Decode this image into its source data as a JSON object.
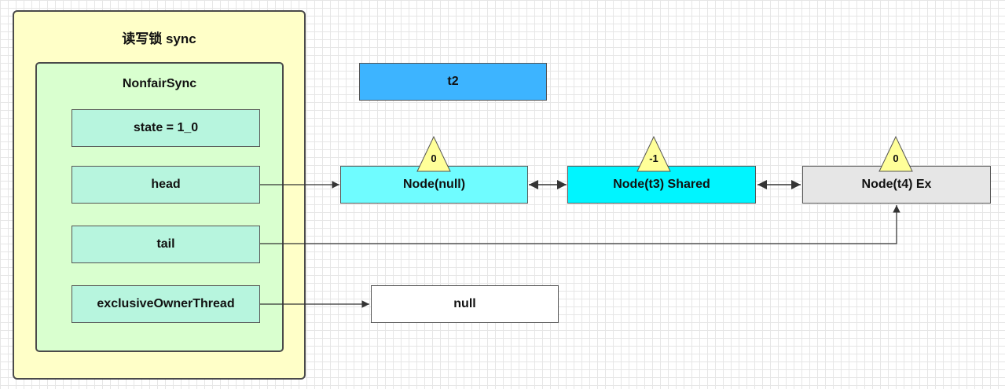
{
  "outer": {
    "title": "读写锁 sync"
  },
  "inner": {
    "title": "NonfairSync"
  },
  "fields": {
    "state": "state = 1_0",
    "head": "head",
    "tail": "tail",
    "owner": "exclusiveOwnerThread"
  },
  "thread_box": {
    "label": "t2"
  },
  "nodes": [
    {
      "label": "Node(null)",
      "wait_status": "0"
    },
    {
      "label": "Node(t3) Shared",
      "wait_status": "-1"
    },
    {
      "label": "Node(t4) Ex",
      "wait_status": "0"
    }
  ],
  "null_box": {
    "label": "null"
  },
  "colors": {
    "outer_fill": "#ffffc8",
    "inner_fill": "#d9ffcf",
    "field_fill": "#b7f5de",
    "thread_fill": "#3db4ff",
    "node_null_fill": "#6ffcff",
    "node_shared_fill": "#00f5ff",
    "node_ex_fill": "#e6e6e6",
    "triangle_fill": "#ffff99"
  }
}
